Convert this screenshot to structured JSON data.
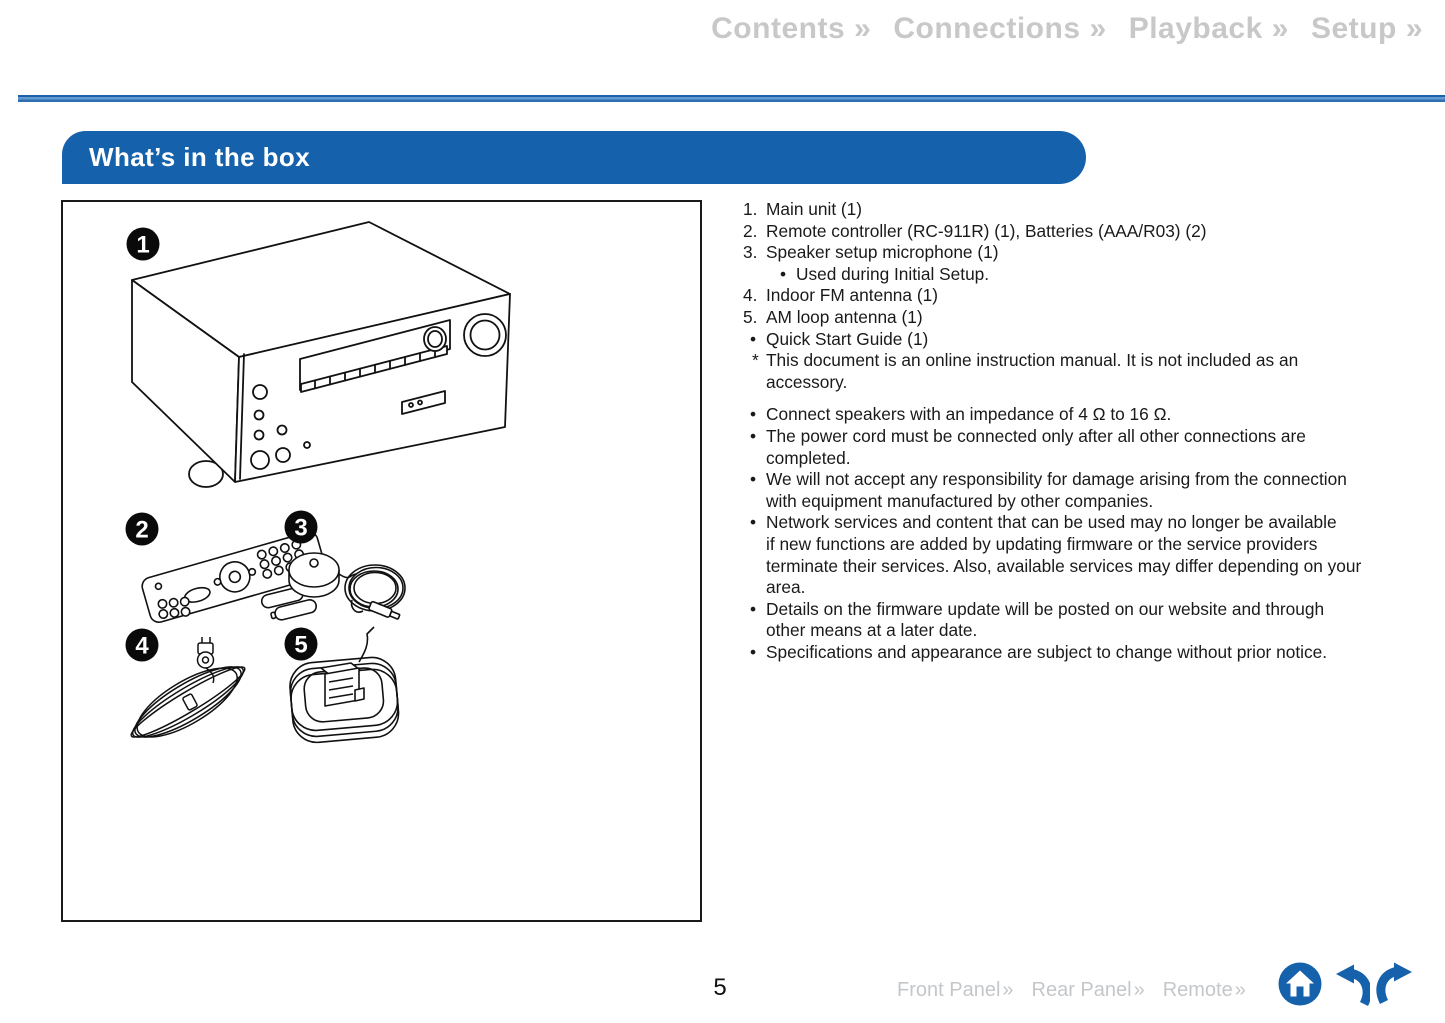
{
  "nav": {
    "chevron": "»",
    "items": [
      {
        "label": "Contents"
      },
      {
        "label": "Connections"
      },
      {
        "label": "Playback"
      },
      {
        "label": "Setup"
      }
    ]
  },
  "section": {
    "title": "What’s in the box"
  },
  "figure": {
    "badges": [
      {
        "label": "1"
      },
      {
        "label": "2"
      },
      {
        "label": "3"
      },
      {
        "label": "4"
      },
      {
        "label": "5"
      }
    ],
    "illustrations": [
      "main-unit-receiver",
      "remote-controller-with-batteries",
      "speaker-setup-microphone-with-cable",
      "indoor-fm-antenna",
      "am-loop-antenna"
    ]
  },
  "accessories": {
    "items": [
      {
        "marker": "1.",
        "text": "Main unit (1)"
      },
      {
        "marker": "2.",
        "text": "Remote controller (RC-911R) (1), Batteries (AAA/R03) (2)"
      },
      {
        "marker": "3.",
        "text": "Speaker setup microphone (1)"
      },
      {
        "marker": "•",
        "text": "Used during Initial Setup."
      },
      {
        "marker": "4.",
        "text": "Indoor FM antenna (1)"
      },
      {
        "marker": "5.",
        "text": "AM loop antenna (1)"
      },
      {
        "marker": "•",
        "text": "Quick Start Guide (1)"
      },
      {
        "marker": "*",
        "text": "This document is an online instruction manual. It is not included as an\naccessory."
      }
    ]
  },
  "notes": {
    "items": [
      {
        "marker": "•",
        "text": "Connect speakers with an impedance of 4 Ω to 16 Ω."
      },
      {
        "marker": "•",
        "text": "The power cord must be connected only after all other connections are\ncompleted."
      },
      {
        "marker": "•",
        "text": "We will not accept any responsibility for damage arising from the connection\nwith equipment manufactured by other companies."
      },
      {
        "marker": "•",
        "text": "Network services and content that can be used may no longer be available\nif new functions are added by updating firmware or the service providers\nterminate their services. Also, available services may differ depending on your\narea."
      },
      {
        "marker": "•",
        "text": "Details on the firmware update will be posted on our website and through\nother means at a later date."
      },
      {
        "marker": "•",
        "text": "Specifications and appearance are subject to change without prior notice."
      }
    ]
  },
  "footer": {
    "page_number": "5",
    "chevron": "»",
    "links": [
      {
        "label": "Front Panel"
      },
      {
        "label": "Rear Panel"
      },
      {
        "label": "Remote"
      }
    ]
  },
  "colors": {
    "accent_blue": "#1561ac",
    "rule_blue_dark": "#1b61a9",
    "rule_blue_light": "#639bd1",
    "nav_gray": "#c8c8c8",
    "footer_link_gray": "#c4c7ca",
    "line_art": "#111111"
  }
}
